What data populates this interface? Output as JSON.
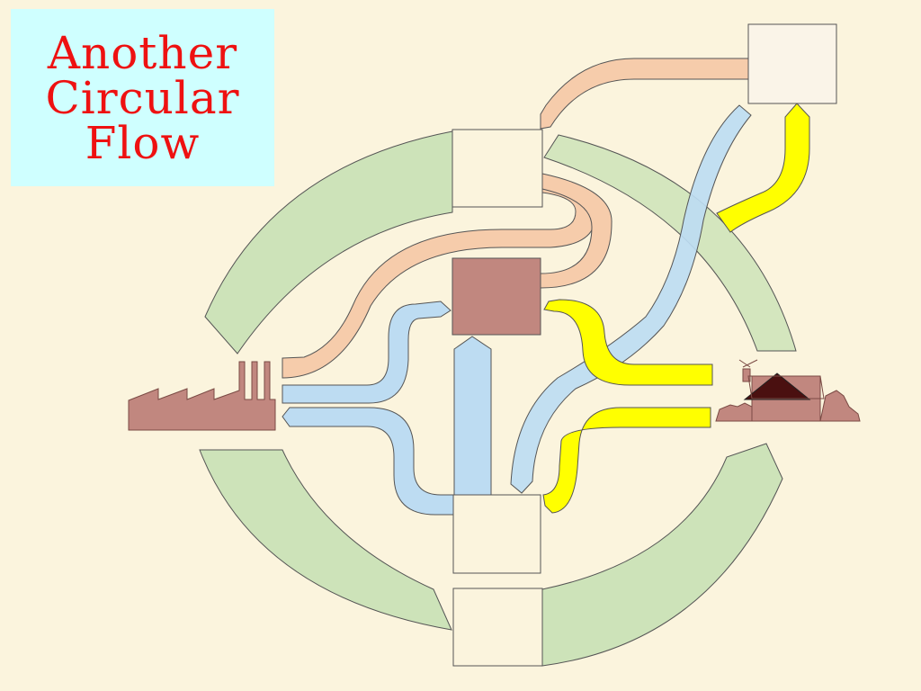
{
  "slide": {
    "title_lines": [
      "Another",
      "Circular",
      "Flow"
    ]
  },
  "colors": {
    "background": "#fbf4dd",
    "title_box": "#cfffff",
    "title_text": "#ee1111",
    "green_arc": "#cde3b9",
    "salmon_flow": "#f6ccab",
    "blue_flow": "#bddcf2",
    "yellow_flow": "#ffff00",
    "brown_box": "#c1877f",
    "outline": "#555555"
  },
  "icons": {
    "factory": "factory-icon",
    "household": "house-icon"
  }
}
